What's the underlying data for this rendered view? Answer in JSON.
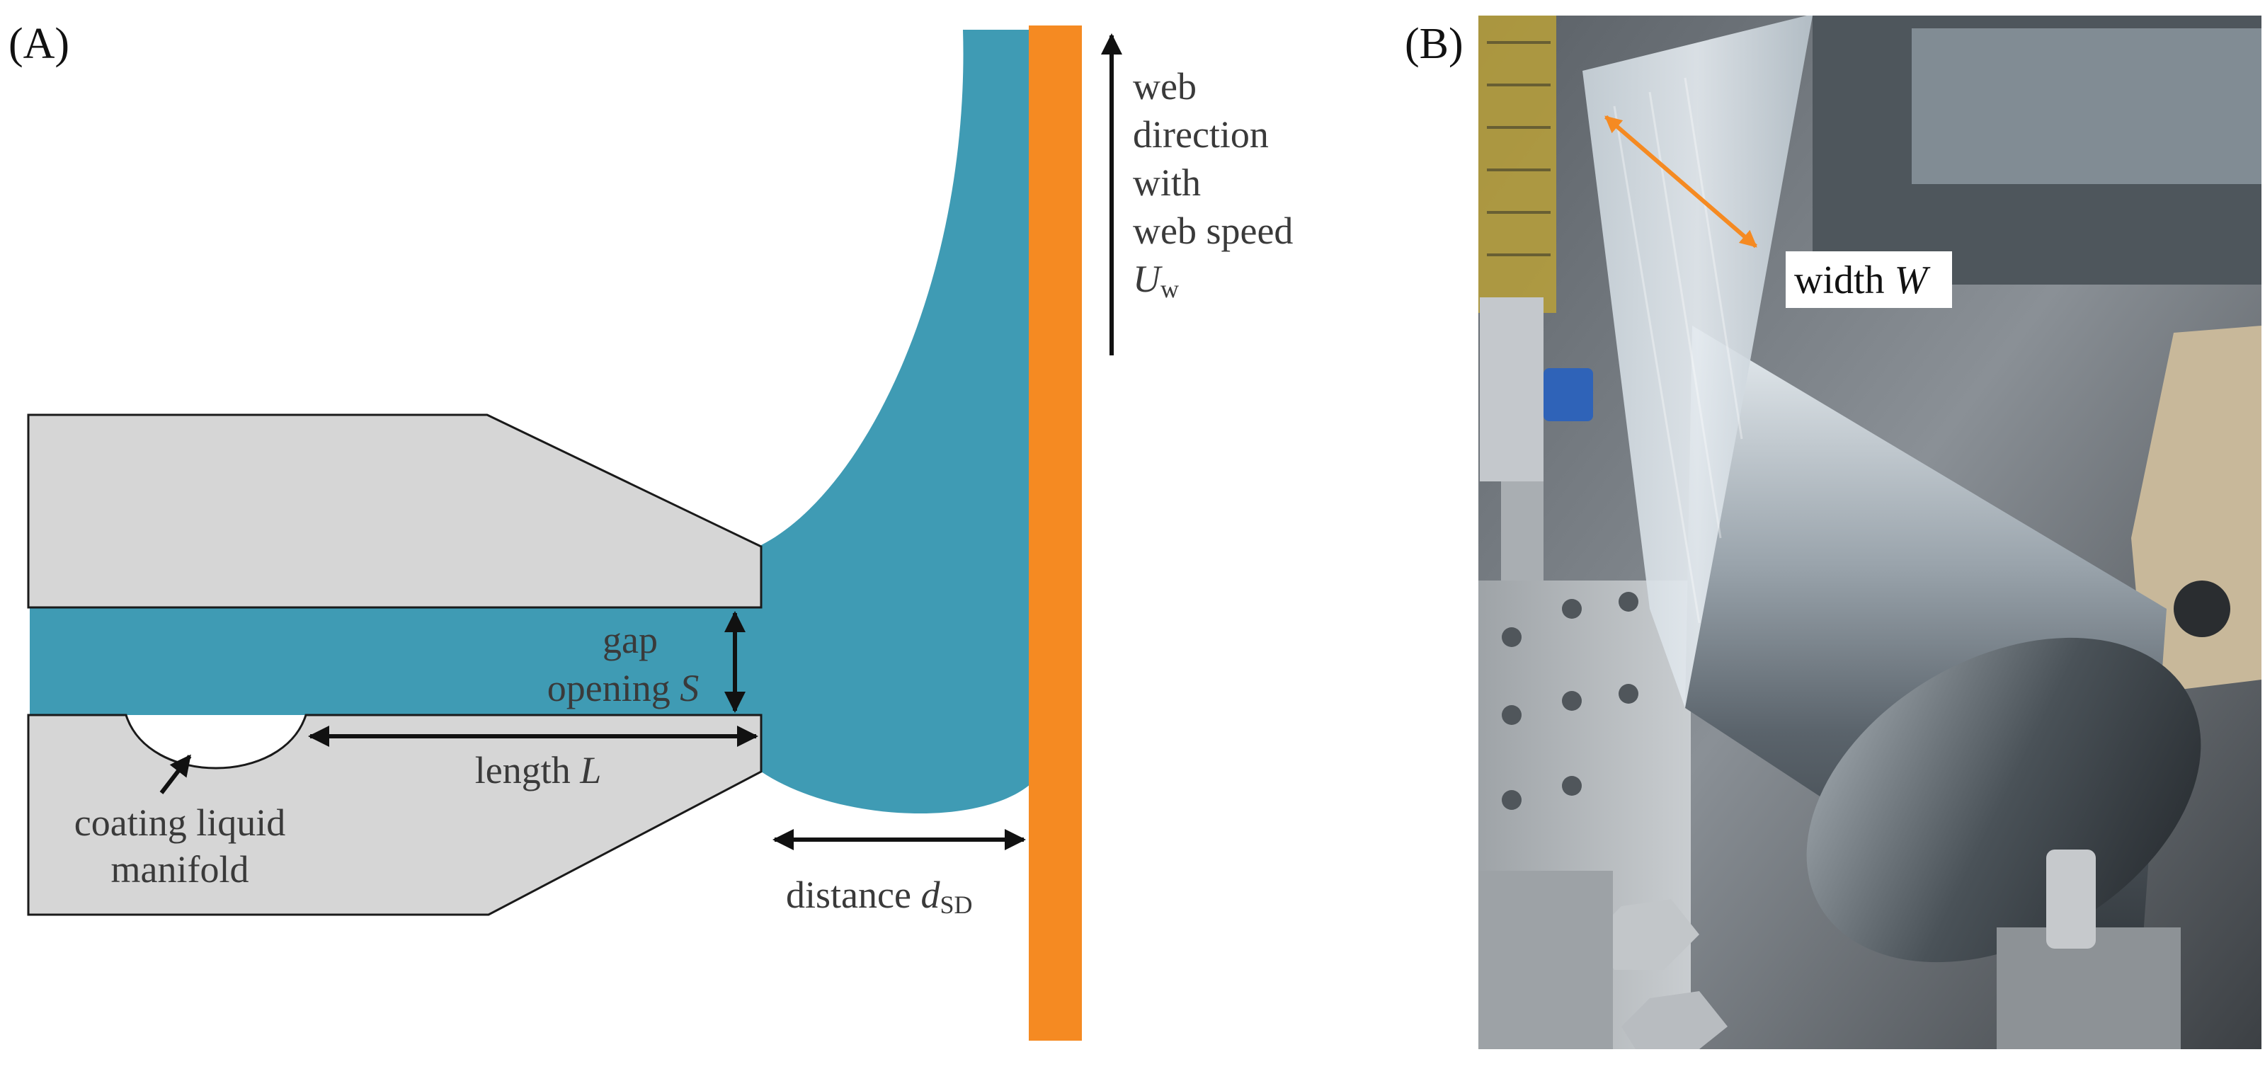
{
  "panel_a": {
    "label": "(A)",
    "web_label_lines": [
      "web",
      "direction",
      "with",
      "web speed"
    ],
    "web_speed_symbol": "U",
    "web_speed_subscript": "w",
    "gap_label_line1": "gap",
    "gap_label_line2": "opening",
    "gap_symbol": "S",
    "length_label": "length",
    "length_symbol": "L",
    "manifold_label_line1": "coating liquid",
    "manifold_label_line2": "manifold",
    "distance_label": "distance",
    "distance_symbol": "d",
    "distance_subscript": "SD",
    "colors": {
      "liquid": "#3f9bb4",
      "die": "#d6d6d6",
      "web": "#f58a22",
      "outline": "#1a1a1a"
    }
  },
  "panel_b": {
    "label": "(B)",
    "width_label": "width",
    "width_symbol": "W",
    "arrow_color": "#f58a22"
  }
}
